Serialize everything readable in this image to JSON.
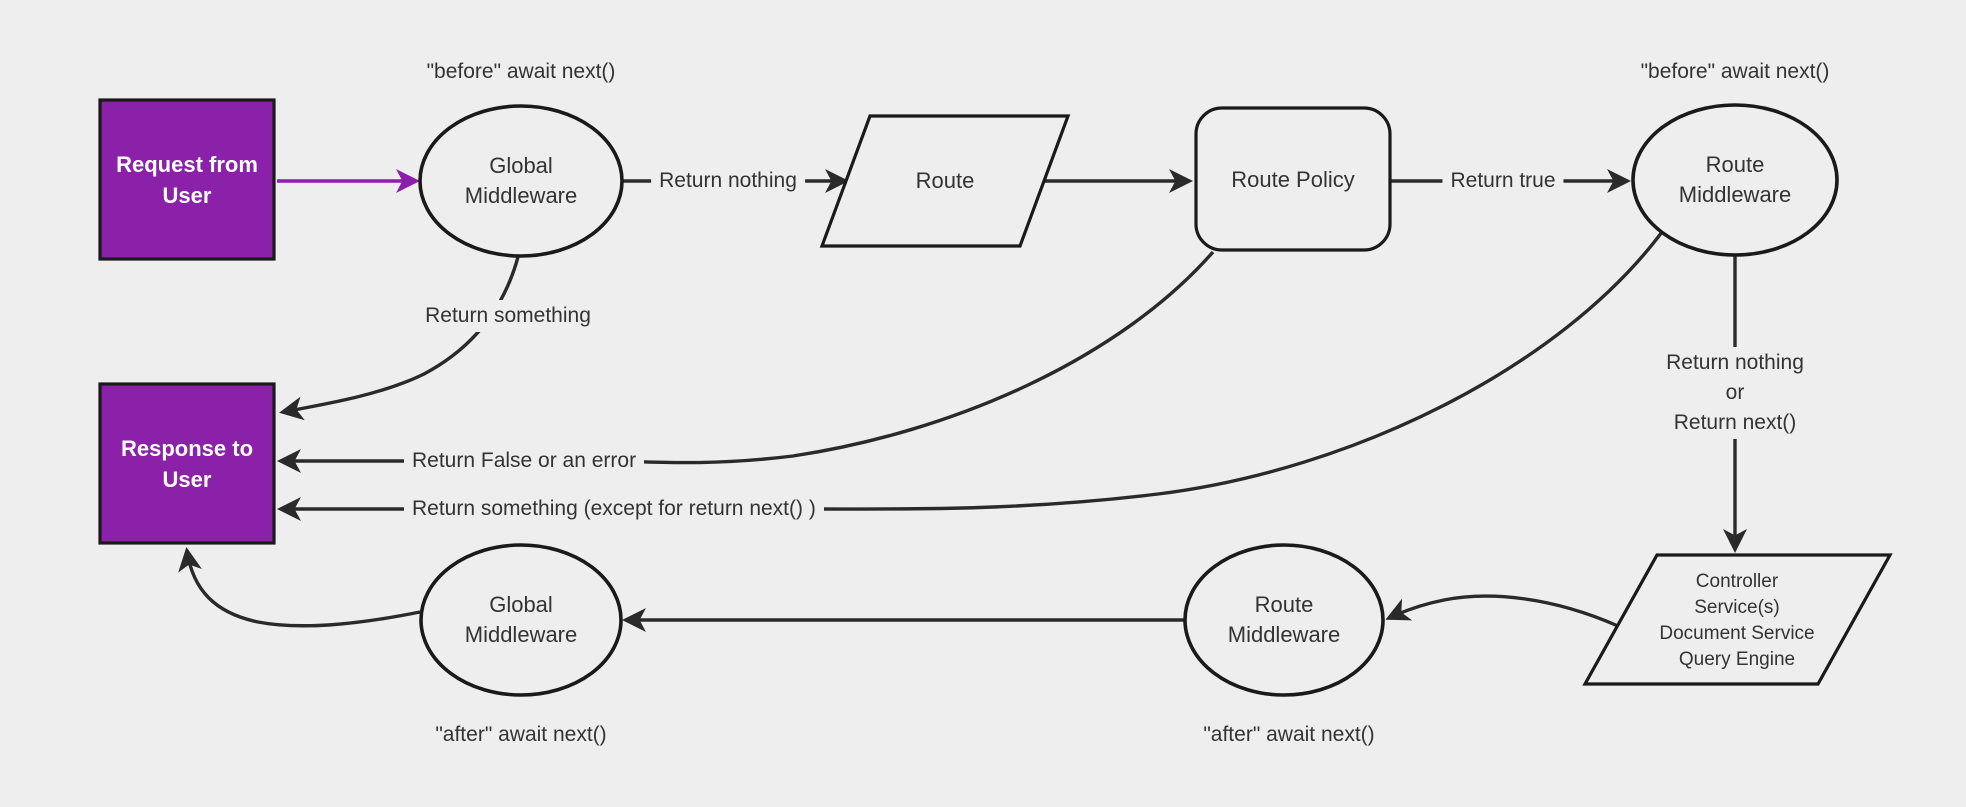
{
  "diagram": {
    "colors": {
      "bg": "#eeeeee",
      "edge": "#2a2a2a",
      "node-stroke": "#1a1a1a",
      "text": "#333333",
      "purple": "#8a21a8",
      "purple-line": "#8b1eaa",
      "white": "#ffffff"
    },
    "nodes": {
      "request": {
        "label": "Request from User"
      },
      "global_mw_top": {
        "label": "Global Middleware"
      },
      "route": {
        "label": "Route"
      },
      "route_policy": {
        "label": "Route Policy"
      },
      "route_mw_top": {
        "label": "Route Middleware"
      },
      "controller": {
        "lines": [
          "Controller",
          "Service(s)",
          "Document Service",
          "Query Engine"
        ]
      },
      "route_mw_bottom": {
        "label": "Route Middleware"
      },
      "global_mw_bottom": {
        "label": "Global Middleware"
      },
      "response": {
        "label": "Response to User"
      }
    },
    "annotations": {
      "before_left": "\"before\" await next()",
      "before_right": "\"before\" await next()",
      "after_left": "\"after\" await next()",
      "after_right": "\"after\" await next()"
    },
    "edge_labels": {
      "return_nothing": "Return nothing",
      "return_true": "Return true",
      "return_something": "Return something",
      "return_false": "Return False or an error",
      "return_something_except": "Return something (except for return next() )",
      "return_stack_1": "Return nothing",
      "return_stack_2": "or",
      "return_stack_3": "Return next()"
    }
  }
}
